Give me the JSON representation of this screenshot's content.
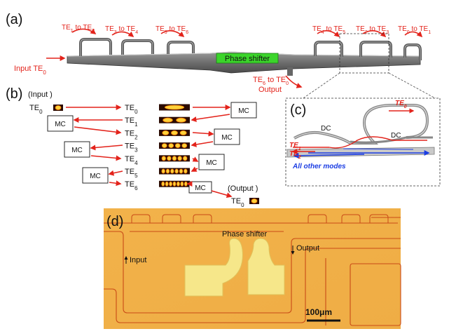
{
  "panel_labels": {
    "a": "(a)",
    "b": "(b)",
    "c": "(c)",
    "d": "(d)"
  },
  "panel_a": {
    "conversions": [
      {
        "from": "TE",
        "from_sub": "1",
        "to": "TE",
        "to_sub": "2"
      },
      {
        "from": "TE",
        "from_sub": "3",
        "to": "TE",
        "to_sub": "4"
      },
      {
        "from": "TE",
        "from_sub": "5",
        "to": "TE",
        "to_sub": "6"
      },
      {
        "from": "TE",
        "from_sub": "4",
        "to": "TE",
        "to_sub": "5"
      },
      {
        "from": "TE",
        "from_sub": "2",
        "to": "TE",
        "to_sub": "3"
      },
      {
        "from": "TE",
        "from_sub": "0",
        "to": "TE",
        "to_sub": "1"
      }
    ],
    "connector": "to",
    "phase_shifter": "Phase shifter",
    "input": {
      "text": "Input TE",
      "sub": "0"
    },
    "output_conv": {
      "from": "TE",
      "from_sub": "6",
      "to": "TE",
      "to_sub": "0"
    },
    "output": "Output"
  },
  "panel_b": {
    "input_label": "(Input )",
    "output_label": "(Output )",
    "input_mode": {
      "text": "TE",
      "sub": "0"
    },
    "output_mode": {
      "text": "TE",
      "sub": "0"
    },
    "modes": [
      {
        "text": "TE",
        "sub": "0"
      },
      {
        "text": "TE",
        "sub": "1"
      },
      {
        "text": "TE",
        "sub": "2"
      },
      {
        "text": "TE",
        "sub": "3"
      },
      {
        "text": "TE",
        "sub": "4"
      },
      {
        "text": "TE",
        "sub": "5"
      },
      {
        "text": "TE",
        "sub": "6"
      }
    ],
    "mc": "MC"
  },
  "panel_c": {
    "te0": {
      "text": "TE",
      "sub": "0"
    },
    "te1": {
      "text": "TE",
      "sub": "1"
    },
    "te2": {
      "text": "TE",
      "sub": "2"
    },
    "dc": "DC",
    "other_modes": "All other modes"
  },
  "panel_d": {
    "phase_shifter": "Phase shifter",
    "input": "Input",
    "output": "Output",
    "scale": "100μm"
  }
}
